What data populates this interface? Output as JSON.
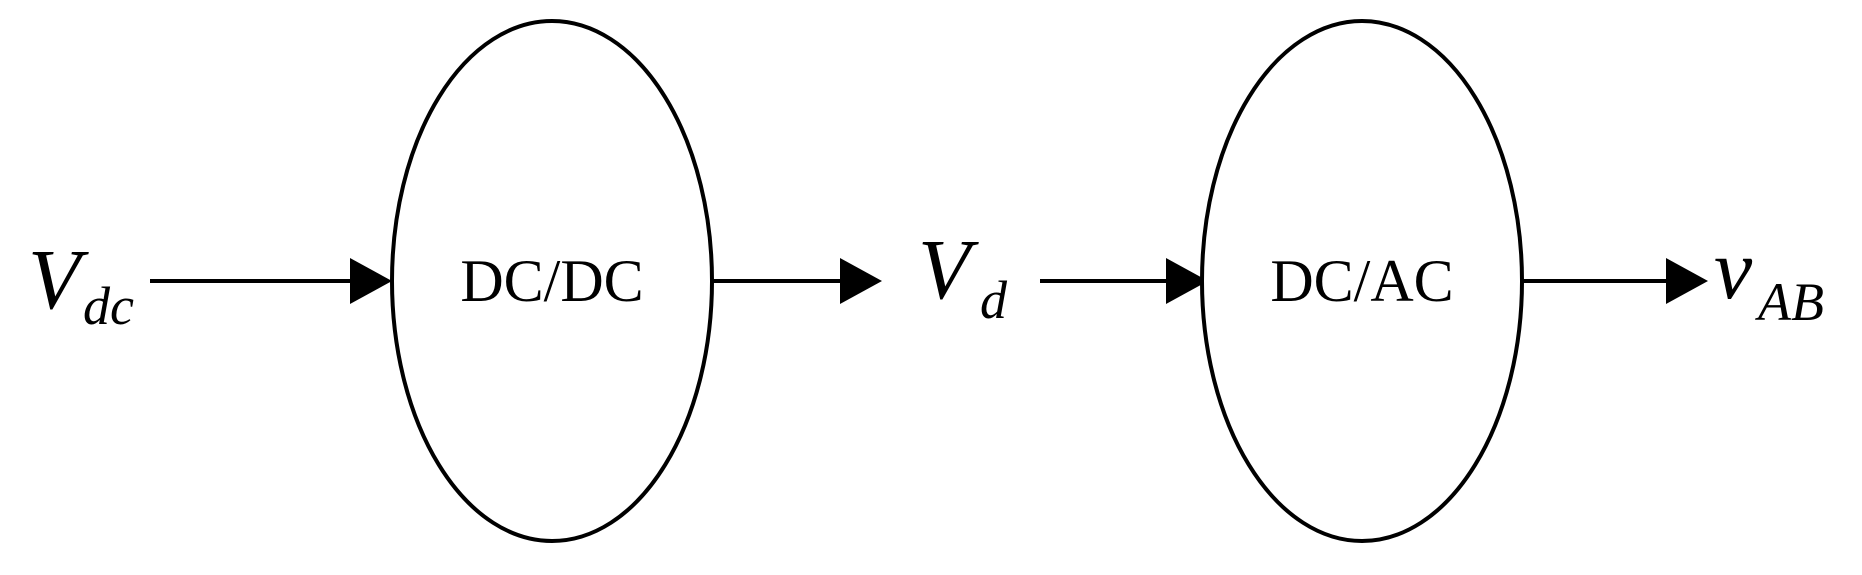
{
  "signals": {
    "input": {
      "base": "V",
      "sub": "dc"
    },
    "intermediate": {
      "base": "V",
      "sub": "d"
    },
    "output": {
      "base": "v",
      "sub": "AB"
    }
  },
  "blocks": [
    {
      "label": "DC/DC"
    },
    {
      "label": "DC/AC"
    }
  ],
  "colors": {
    "stroke": "#000000",
    "background": "#ffffff"
  }
}
